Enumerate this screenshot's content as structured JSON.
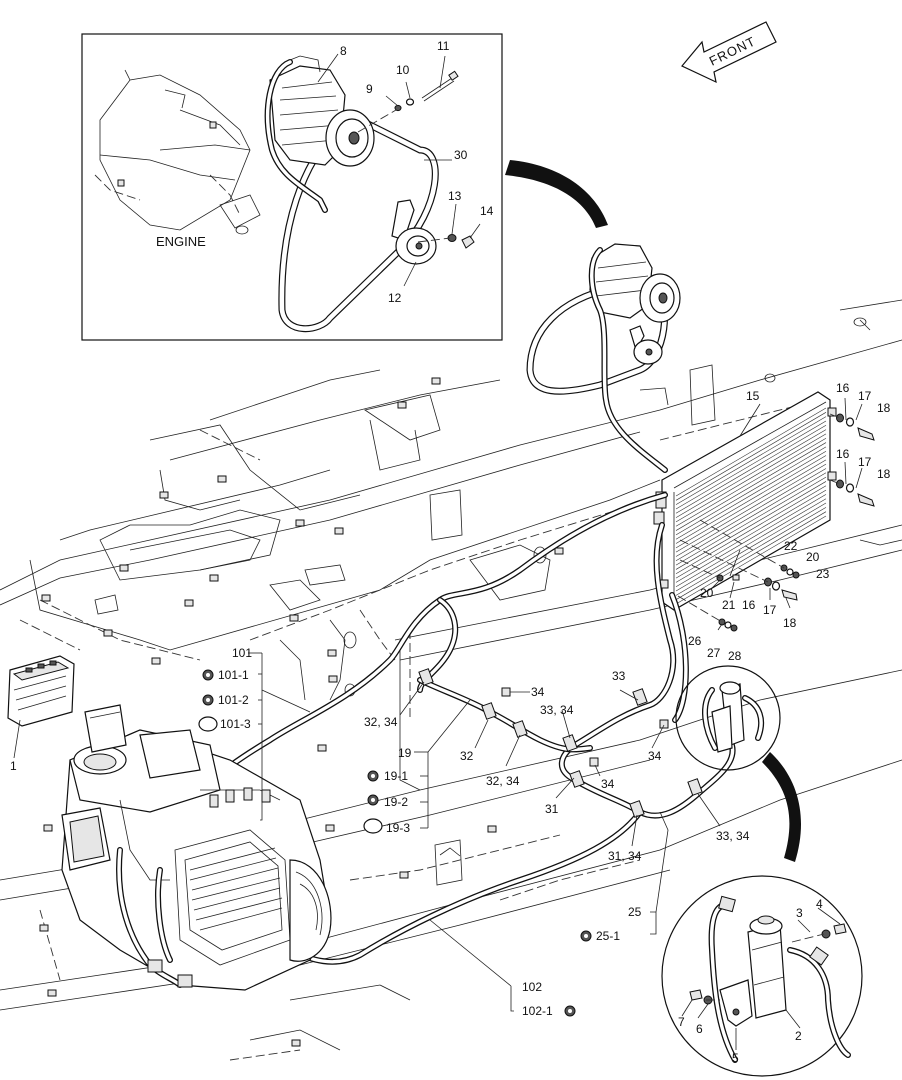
{
  "front_label": "FRONT",
  "engine_label": "ENGINE",
  "callouts": {
    "c1": "1",
    "c2": "2",
    "c3": "3",
    "c4": "4",
    "c5": "5",
    "c6": "6",
    "c7": "7",
    "c8": "8",
    "c9": "9",
    "c10": "10",
    "c11": "11",
    "c12": "12",
    "c13": "13",
    "c14": "14",
    "c15": "15",
    "c16a": "16",
    "c17a": "17",
    "c18a": "18",
    "c16b": "16",
    "c17b": "17",
    "c18b": "18",
    "c16c": "16",
    "c17c": "17",
    "c18c": "18",
    "c20a": "20",
    "c20b": "20",
    "c21": "21",
    "c22": "22",
    "c23": "23",
    "c26": "26",
    "c27": "27",
    "c28": "28",
    "c30": "30",
    "c31": "31",
    "c32": "32",
    "c33": "33",
    "c34": "34",
    "c34b": "34",
    "c34c": "34",
    "c32_34a": "32, 34",
    "c32_34b": "32, 34",
    "c33_34a": "33, 34",
    "c33_34b": "33, 34",
    "c31_34": "31, 34",
    "c101": "101",
    "c101_1": "101-1",
    "c101_2": "101-2",
    "c101_3": "101-3",
    "c19": "19",
    "c19_1": "19-1",
    "c19_2": "19-2",
    "c19_3": "19-3",
    "c25": "25",
    "c25_1": "25-1",
    "c102": "102",
    "c102_1": "102-1"
  }
}
